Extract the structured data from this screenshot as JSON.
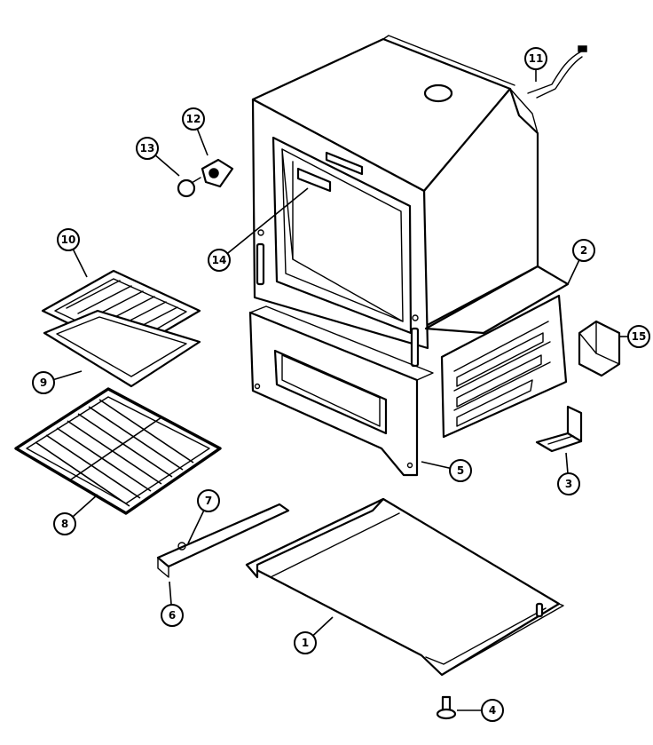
{
  "callouts": [
    {
      "id": "part-1",
      "label": "1"
    },
    {
      "id": "part-2",
      "label": "2"
    },
    {
      "id": "part-3",
      "label": "3"
    },
    {
      "id": "part-4",
      "label": "4"
    },
    {
      "id": "part-5",
      "label": "5"
    },
    {
      "id": "part-6",
      "label": "6"
    },
    {
      "id": "part-7",
      "label": "7"
    },
    {
      "id": "part-8",
      "label": "8"
    },
    {
      "id": "part-9",
      "label": "9"
    },
    {
      "id": "part-10",
      "label": "10"
    },
    {
      "id": "part-11",
      "label": "11"
    },
    {
      "id": "part-12",
      "label": "12"
    },
    {
      "id": "part-13",
      "label": "13"
    },
    {
      "id": "part-14",
      "label": "14"
    },
    {
      "id": "part-15",
      "label": "15"
    }
  ],
  "colors": {
    "line": "#000000",
    "background": "#ffffff"
  }
}
